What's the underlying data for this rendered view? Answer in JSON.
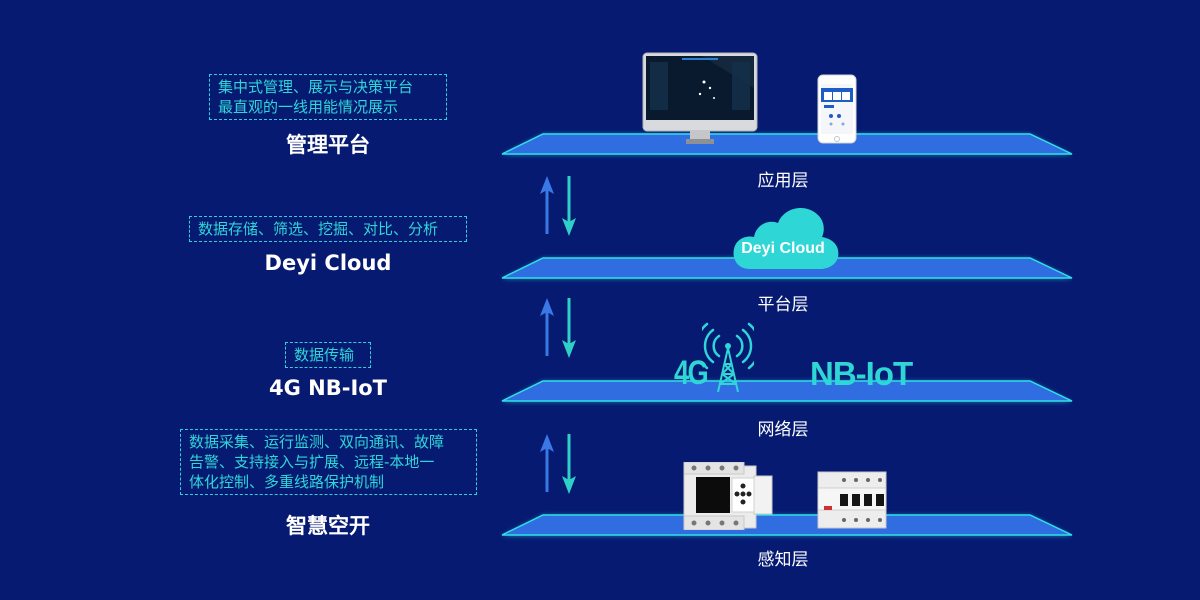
{
  "layers": [
    {
      "description_lines": [
        "集中式管理、展示与决策平台",
        "最直观的一线用能情况展示"
      ],
      "title": "管理平台",
      "layer_label": "应用层",
      "devices": [
        "desktop-monitor",
        "smartphone"
      ]
    },
    {
      "description_lines": [
        "数据存储、筛选、挖掘、对比、分析"
      ],
      "title": "Deyi Cloud",
      "layer_label": "平台层",
      "cloud_text": "Deyi Cloud"
    },
    {
      "description_lines": [
        "数据传输"
      ],
      "title": "4G NB-IoT",
      "layer_label": "网络层",
      "logo_4g": "4G",
      "logo_nbiot": "NB-IoT"
    },
    {
      "description_lines": [
        "数据采集、运行监测、双向通讯、故障",
        "告警、支持接入与扩展、远程-本地一",
        "体化控制、多重线路保护机制"
      ],
      "title": "智慧空开",
      "layer_label": "感知层",
      "devices": [
        "smart-meter",
        "circuit-breaker"
      ]
    }
  ],
  "colors": {
    "background": "#061a72",
    "plate_fill": "#2f6de0",
    "plate_edge": "#2fe0e8",
    "accent_cyan": "#2fd6d6",
    "arrow_up": "#3a78e6",
    "arrow_down": "#2fd0c8"
  }
}
